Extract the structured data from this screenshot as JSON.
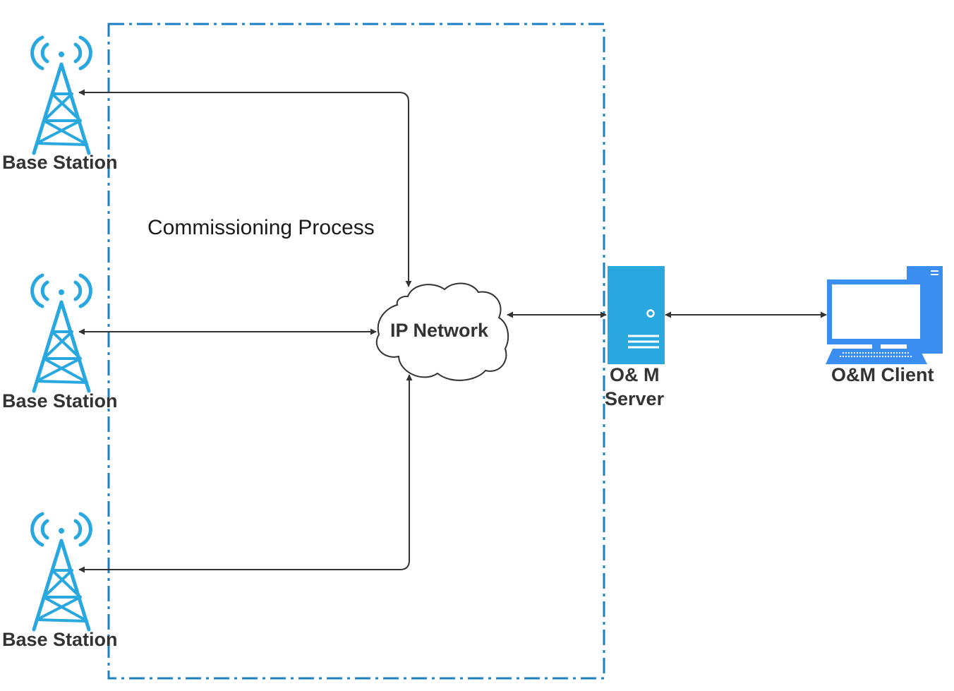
{
  "diagram": {
    "boundary_label": "Commissioning Process",
    "base_stations": [
      {
        "label": "Base Station"
      },
      {
        "label": "Base Station"
      },
      {
        "label": "Base Station"
      }
    ],
    "network": {
      "label": "IP Network"
    },
    "server": {
      "label_line1": "O& M",
      "label_line2": "Server"
    },
    "client": {
      "label": "O&M Client"
    },
    "colors": {
      "icon_blue": "#29a8e0",
      "client_blue": "#3a8ef0",
      "boundary": "#1b7fc1",
      "connector": "#333333",
      "text": "#333333"
    },
    "icons": {
      "base_station": "cell-tower-icon",
      "network": "cloud-icon",
      "server": "server-icon",
      "client": "desktop-computer-icon"
    },
    "connections": [
      {
        "from": "Base Station (top)",
        "to": "IP Network",
        "direction": "both"
      },
      {
        "from": "Base Station (middle)",
        "to": "IP Network",
        "direction": "both"
      },
      {
        "from": "Base Station (bottom)",
        "to": "IP Network",
        "direction": "both"
      },
      {
        "from": "IP Network",
        "to": "O& M Server",
        "direction": "both"
      },
      {
        "from": "O& M Server",
        "to": "O&M Client",
        "direction": "both"
      }
    ]
  }
}
